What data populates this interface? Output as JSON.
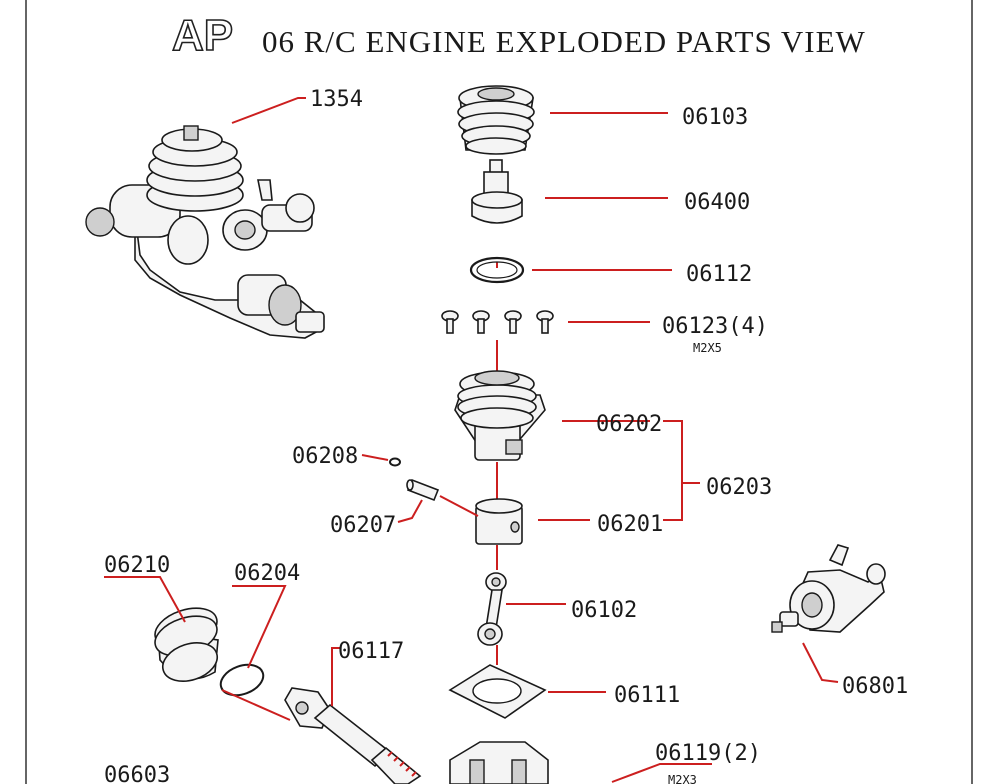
{
  "title": {
    "brand": "AP",
    "rest": "06 R/C  ENGINE EXPLODED PARTS VIEW"
  },
  "parts": [
    {
      "id": "p1354",
      "label": "1354"
    },
    {
      "id": "p06103",
      "label": "06103"
    },
    {
      "id": "p06400",
      "label": "06400"
    },
    {
      "id": "p06112",
      "label": "06112"
    },
    {
      "id": "p06123",
      "label": "06123(4)",
      "sub": "M2X5"
    },
    {
      "id": "p06202",
      "label": "06202"
    },
    {
      "id": "p06203",
      "label": "06203"
    },
    {
      "id": "p06201",
      "label": "06201"
    },
    {
      "id": "p06208",
      "label": "06208"
    },
    {
      "id": "p06207",
      "label": "06207"
    },
    {
      "id": "p06102",
      "label": "06102"
    },
    {
      "id": "p06111",
      "label": "06111"
    },
    {
      "id": "p06210",
      "label": "06210"
    },
    {
      "id": "p06204",
      "label": "06204"
    },
    {
      "id": "p06117",
      "label": "06117"
    },
    {
      "id": "p06801",
      "label": "06801"
    },
    {
      "id": "p06603",
      "label": "06603"
    },
    {
      "id": "p06119",
      "label": "06119(2)",
      "sub": "M2X3"
    }
  ]
}
